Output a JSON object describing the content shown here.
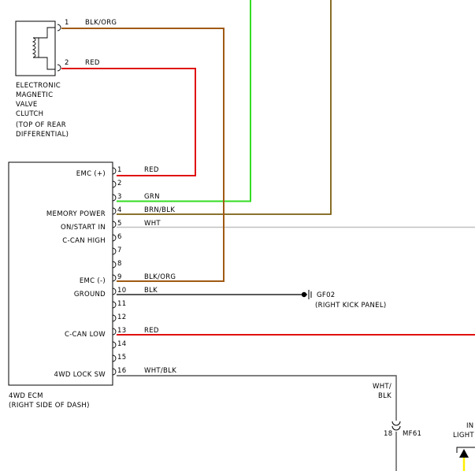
{
  "clutch": {
    "pin1_num": "1",
    "pin1_wire": "BLK/ORG",
    "pin2_num": "2",
    "pin2_wire": "RED",
    "label": [
      "ELECTRONIC",
      "MAGNETIC",
      "VALVE",
      "CLUTCH",
      "(TOP OF REAR",
      "DIFFERENTIAL)"
    ]
  },
  "ecm": {
    "label": [
      "4WD ECM",
      "(RIGHT SIDE OF DASH)"
    ],
    "pins": [
      {
        "num": "1",
        "name": "EMC (+)",
        "wire": "RED"
      },
      {
        "num": "2",
        "name": "",
        "wire": ""
      },
      {
        "num": "3",
        "name": "",
        "wire": "GRN"
      },
      {
        "num": "4",
        "name": "MEMORY POWER",
        "wire": "BRN/BLK"
      },
      {
        "num": "5",
        "name": "ON/START IN",
        "wire": "WHT"
      },
      {
        "num": "6",
        "name": "C-CAN HIGH",
        "wire": ""
      },
      {
        "num": "7",
        "name": "",
        "wire": ""
      },
      {
        "num": "8",
        "name": "",
        "wire": ""
      },
      {
        "num": "9",
        "name": "EMC (-)",
        "wire": "BLK/ORG"
      },
      {
        "num": "10",
        "name": "GROUND",
        "wire": "BLK"
      },
      {
        "num": "11",
        "name": "",
        "wire": ""
      },
      {
        "num": "12",
        "name": "",
        "wire": ""
      },
      {
        "num": "13",
        "name": "C-CAN LOW",
        "wire": "RED"
      },
      {
        "num": "14",
        "name": "",
        "wire": ""
      },
      {
        "num": "15",
        "name": "",
        "wire": ""
      },
      {
        "num": "16",
        "name": "4WD LOCK SW",
        "wire": "WHT/BLK"
      }
    ]
  },
  "ground": {
    "code": "GF02",
    "location": "(RIGHT KICK PANEL)"
  },
  "connector": {
    "wire_line1": "WHT/",
    "wire_line2": "BLK",
    "pin": "18",
    "code": "MF61"
  },
  "cut_label": {
    "line1": "IN",
    "line2": "LIGHT"
  },
  "colors": {
    "red": "#e01010",
    "brown": "#a05a14",
    "green": "#33dd22",
    "olive": "#7a5e10",
    "black": "#222222",
    "gray": "#b4b4b4",
    "yellow": "#ffee00"
  }
}
